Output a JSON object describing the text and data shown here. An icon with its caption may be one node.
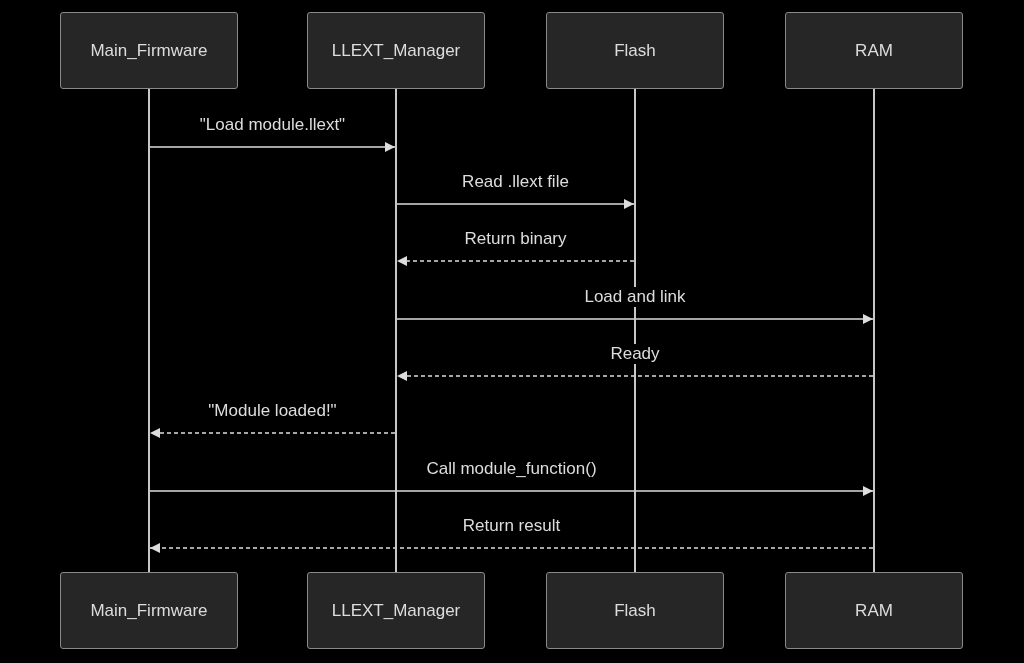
{
  "diagram": {
    "nodes": [
      {
        "text": [
          "Main_Firmware"
        ]
      },
      {
        "text": [
          "LLEXT_Manager"
        ]
      },
      {
        "text": [
          "Flash"
        ]
      },
      {
        "text": [
          "RAM"
        ]
      },
      {
        "text": [],
        "shape": "bar"
      },
      {
        "text": [],
        "shape": "bar"
      },
      {
        "text": [],
        "shape": "bar"
      },
      {
        "text": [],
        "shape": "bar"
      },
      {
        "text": [
          "Main_Firmware"
        ]
      },
      {
        "text": [
          "LLEXT_Manager"
        ]
      },
      {
        "text": [
          "Flash"
        ]
      },
      {
        "text": [
          "RAM"
        ]
      }
    ],
    "edges": [
      {
        "from": 4,
        "to": 5,
        "arrow": "to",
        "label": "\"Load module.llext\""
      },
      {
        "from": 5,
        "to": 6,
        "arrow": "to",
        "label": "Read .llext file"
      },
      {
        "from": 6,
        "to": 5,
        "arrow": "to",
        "label": "Return binary",
        "style": "dashed"
      },
      {
        "from": 5,
        "to": 7,
        "arrow": "to",
        "label": "Load and link"
      },
      {
        "from": 7,
        "to": 5,
        "arrow": "to",
        "label": "Ready",
        "style": "dashed"
      },
      {
        "from": 5,
        "to": 4,
        "arrow": "to",
        "label": "\"Module loaded!\"",
        "style": "dashed"
      },
      {
        "from": 4,
        "to": 7,
        "arrow": "to",
        "label": "Call module_function()"
      },
      {
        "from": 7,
        "to": 4,
        "arrow": "to",
        "label": "Return result",
        "style": "dashed"
      }
    ]
  }
}
